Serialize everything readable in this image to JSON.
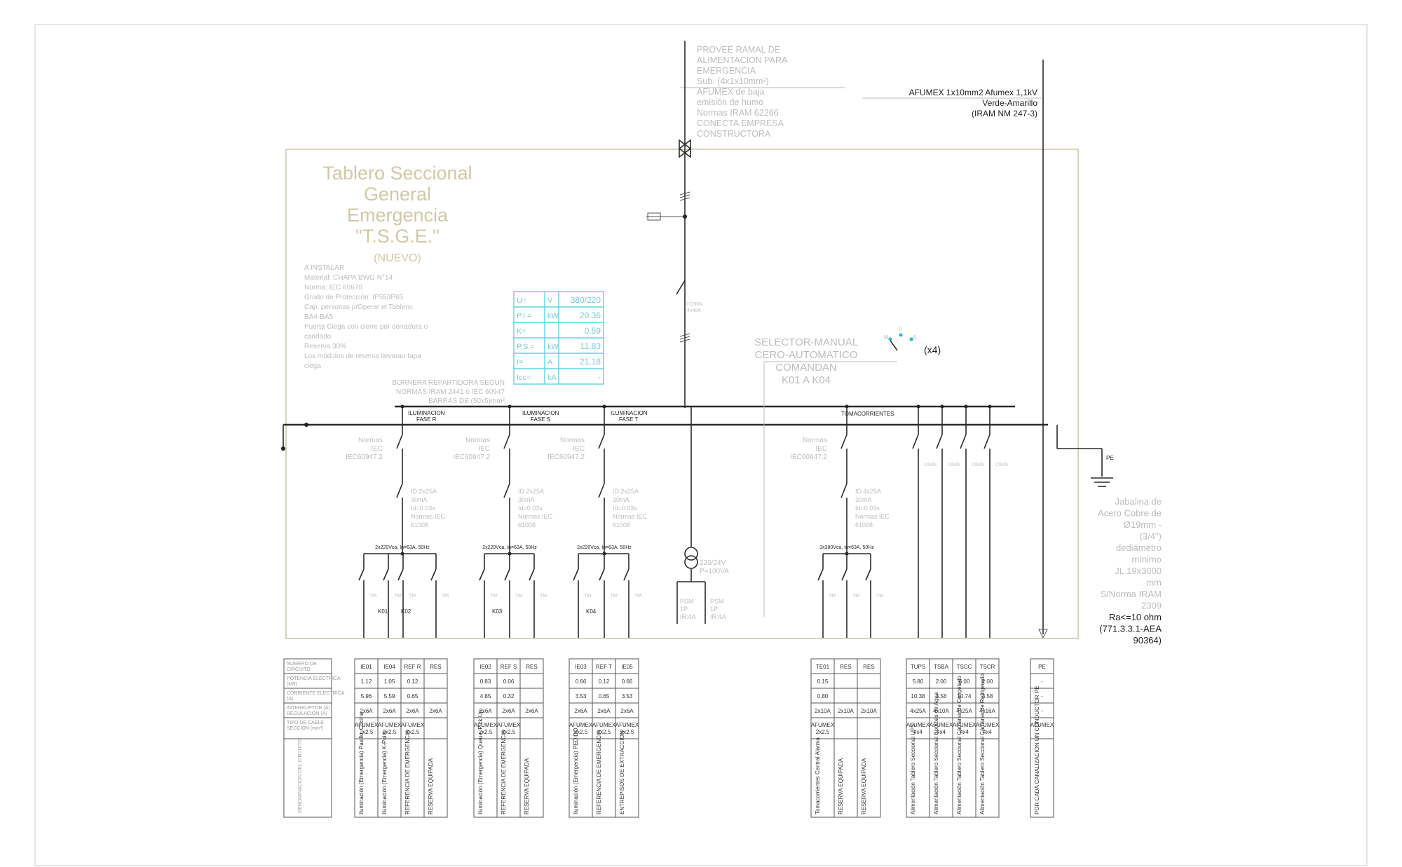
{
  "title": {
    "line1": "Tablero Seccional",
    "line2": "General",
    "line3": "Emergencia",
    "line4": "\"T.S.G.E.\"",
    "line5": "(NUEVO)"
  },
  "specs": [
    "A INSTALAR",
    "Material: CHAPA BWG N°14",
    "Norma: IEC 60670",
    "Grado de Protección: IP55/IP65",
    "Cap. personas p/Operar el Tablero:",
    "BA4-BA5",
    "Puerta Ciega con cierre por cerradura o",
    "candado",
    "Reserva 30%",
    "Los módulos de reserva llevaran tapa",
    "ciega"
  ],
  "feeder_note": [
    "PROVEE RAMAL DE",
    "ALIMENTACION PARA",
    "EMERGENCIA",
    "Sub. (4x1x10mm²)",
    "AFUMEX de baja",
    "emisión de humo",
    "Normas IRAM 62266",
    "CONECTA EMPRESA",
    "CONSTRUCTORA"
  ],
  "ground_cable": {
    "line1": "AFUMEX 1x10mm2 Afumex 1,1kV",
    "line2": "Verde-Amarillo",
    "line3": "(IRAM NM 247-3)"
  },
  "data_box": {
    "rows": [
      {
        "label": "U=",
        "unit": "V",
        "value": "380/220"
      },
      {
        "label": "P.I.=",
        "unit": "kW",
        "value": "20.36"
      },
      {
        "label": "K=",
        "unit": "",
        "value": "0.59"
      },
      {
        "label": "P.S.=",
        "unit": "kW",
        "value": "11.83"
      },
      {
        "label": "I=",
        "unit": "A",
        "value": "21.18"
      },
      {
        "label": "Icc=",
        "unit": "kA",
        "value": "-"
      }
    ]
  },
  "bornera_note": [
    "BORNERA REPARTIDORA SEGUN",
    "NORMAS IRAM 2441 o IEC 60947",
    "BARRAS DE (50x5)mm²"
  ],
  "selector_note": [
    "SELECTOR-MANUAL",
    "CERO-AUTOMATICO",
    "COMANDAN",
    "K01 A K04"
  ],
  "selector_count": "(x4)",
  "main_breaker": [
    "I-C60N",
    "4x40A"
  ],
  "groups": {
    "fase_r": "ILUMINACION FASE R",
    "fase_s": "ILUMINACION FASE S",
    "fase_t": "ILUMINACION FASE T",
    "toma": "TOMACORRIENTES"
  },
  "normas_iec": [
    "Normas",
    "IEC",
    "IEC60947.2"
  ],
  "diff_label": [
    "ID 2x25A",
    "30mA",
    "Id=0.03s",
    "Normas IEC",
    "61008"
  ],
  "diff_label_4p": [
    "ID 4x25A",
    "30mA",
    "Id=0.03s",
    "Normas IEC",
    "61008"
  ],
  "contactor_rating_2p": "2x220Vca, In=63A, 50Hz",
  "contactor_rating_3p": "3x380Vca, In=63A, 50Hz",
  "transformer": [
    "220/24V",
    "P=100VA"
  ],
  "psm": [
    "PSM",
    "1P",
    "IR:4A"
  ],
  "contactors": [
    "K01",
    "K02",
    "K03",
    "K04"
  ],
  "electrode_note": [
    "Jabalina de",
    "Acero Cobre de",
    "Ø19mm -",
    "(3/4\")",
    "dediámetro",
    "mínimo",
    "JL 19x3000",
    "mm",
    "S/Norma IRAM",
    "2309"
  ],
  "ra_note": [
    "Ra<=10 ohm",
    "(771.3.3.1-AEA",
    "90364)"
  ],
  "pe_label": "PE",
  "table_row_labels": [
    "NUMERO DE CIRCUITO",
    "POTENCIA ELECTRICA (kW)",
    "CORRIENTE ELECTRICA (A)",
    "INTERRUPTOR (A) REGULACION (A)",
    "TIPO DE CABLE SECCION (mm²)",
    "DENOMINACION DEL CIRCUITO"
  ],
  "tables": [
    {
      "cols": [
        {
          "id": "IE01",
          "kw": "1.12",
          "a": "5.96",
          "brk": "2x6A",
          "cable": "AFUMEX 2x2.5",
          "name": "Iluminación (Emergencia) Pasillo, Cocina"
        },
        {
          "id": "IE04",
          "kw": "1.05",
          "a": "5.59",
          "brk": "2x6A",
          "cable": "AFUMEX 2x2.5",
          "name": "Iluminación (Emergencia) K-Point"
        },
        {
          "id": "REF R",
          "kw": "0.12",
          "a": "0.65",
          "brk": "2x6A",
          "cable": "AFUMEX 2x2.5",
          "name": "REFERENCIA DE EMERGENCIA"
        },
        {
          "id": "RES",
          "kw": "",
          "a": "",
          "brk": "2x6A",
          "cable": "",
          "name": "RESERVA EQUIPADA"
        }
      ]
    },
    {
      "cols": [
        {
          "id": "IE02",
          "kw": "0.83",
          "a": "4.85",
          "brk": "2x6A",
          "cable": "AFUMEX 2x2.5",
          "name": "Iluminación (Emergencia) Queue, Pick Up"
        },
        {
          "id": "REF S",
          "kw": "0.06",
          "a": "0.32",
          "brk": "2x6A",
          "cable": "AFUMEX 2x2.5",
          "name": "REFERENCIA DE EMERGENCIA"
        },
        {
          "id": "RES",
          "kw": "",
          "a": "",
          "brk": "2x6A",
          "cable": "",
          "name": "RESERVA EQUIPADA"
        }
      ]
    },
    {
      "cols": [
        {
          "id": "IE03",
          "kw": "0.66",
          "a": "3.53",
          "brk": "2x6A",
          "cable": "AFUMEX 2x2.5",
          "name": "Iluminación (Emergencia) PEDIDO"
        },
        {
          "id": "REF T",
          "kw": "0.12",
          "a": "0.65",
          "brk": "2x6A",
          "cable": "AFUMEX 2x2.5",
          "name": "REFERENCIA DE EMERGENCIA"
        },
        {
          "id": "IE05",
          "kw": "0.66",
          "a": "3.53",
          "brk": "2x6A",
          "cable": "AFUMEX 2x2.5",
          "name": "ENTREPISOS DE EXTRACCION"
        }
      ]
    },
    {
      "cols": [
        {
          "id": "TE01",
          "kw": "0.15",
          "a": "0.80",
          "brk": "2x10A",
          "cable": "AFUMEX 2x2.5",
          "name": "Tomacorrientes Central Alarma"
        },
        {
          "id": "RES",
          "kw": "",
          "a": "",
          "brk": "2x10A",
          "cable": "",
          "name": "RESERVA EQUIPADA"
        },
        {
          "id": "RES",
          "kw": "",
          "a": "",
          "brk": "2x10A",
          "cable": "",
          "name": "RESERVA EQUIPADA"
        }
      ]
    },
    {
      "cols": [
        {
          "id": "TUPS",
          "kw": "5.80",
          "a": "10.38",
          "brk": "4x25A",
          "cable": "AFUMEX 4x4",
          "name": "Alimentación Tablero Seccional UPS"
        },
        {
          "id": "TSBA",
          "kw": "2.00",
          "a": "3.58",
          "brk": "4x10A",
          "cable": "AFUMEX 4x4",
          "name": "Alimentación Tablero Seccional Bombas de Agua"
        },
        {
          "id": "TSCC",
          "kw": "6.00",
          "a": "10.74",
          "brk": "4x25A",
          "cable": "AFUMEX 4x4",
          "name": "Alimentación Tablero Seccional Cámaras de Congelado"
        },
        {
          "id": "TSCR",
          "kw": "2.00",
          "a": "3.58",
          "brk": "4x16A",
          "cable": "AFUMEX 4x4",
          "name": "Alimentación Tablero Seccional Cámaras de Refrigerado"
        }
      ]
    },
    {
      "cols": [
        {
          "id": "PE",
          "kw": "-",
          "a": "-",
          "brk": "-",
          "cable": "AFUMEX",
          "name": "POR CADA CANALIZACION UN CONDUCTOR PE"
        }
      ]
    }
  ]
}
